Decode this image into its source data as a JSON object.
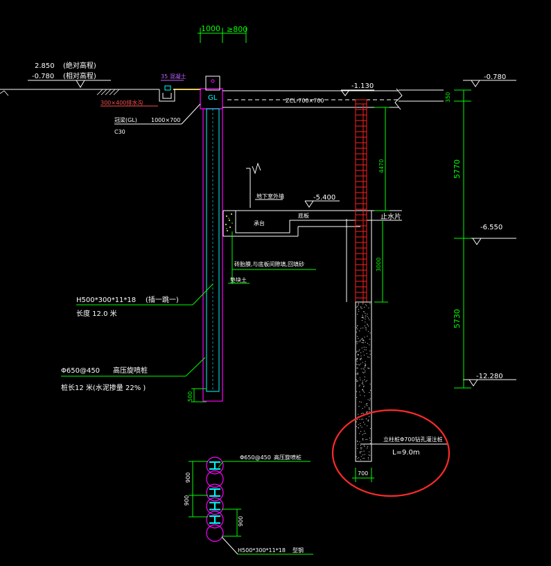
{
  "palette": {
    "background": "#000000",
    "line_white": "#ffffff",
    "dim_green": "#00ff00",
    "beam_cyan": "#00ffff",
    "pile_magenta": "#ff00ff",
    "brick_red": "#ff2020",
    "highlight_red": "#ff2a2a",
    "ground_yellow": "#e8d060"
  },
  "top_dims": {
    "a": "1000",
    "b": "≥800"
  },
  "elevations": {
    "abs": "2.850",
    "abs_note": "(绝对高程)",
    "rel": "-0.780",
    "rel_note": "(相对高程)",
    "right_top": "-0.780",
    "beam_top": "-1.130",
    "mid": "-6.550",
    "bottom": "-12.280",
    "floor": "-5.400"
  },
  "right_dims": {
    "d1": "350",
    "d2": "5770",
    "d3": "5730"
  },
  "labels": {
    "top_drain": "35 混凝土",
    "ditch": "300×400排水沟",
    "crown_beam": "冠梁(GL)",
    "crown_beam_size": "1000×700",
    "c30": "C30",
    "gl": "GL",
    "zcl": "ZCL-700×700",
    "dim_4470": "4470",
    "dim_3000": "3000",
    "basement_wall": "地下室外墙",
    "raft": "底板",
    "cap": "承台",
    "stop_water": "止水片",
    "backfill": "砖胎膜,与底板间隙填,回填砂",
    "cushion": "垫块土",
    "steel_spec": "H500*300*11*18",
    "steel_mode": "(插一跳一)",
    "steel_len": "长度 12.0 米",
    "jet_spec": "Φ650@450",
    "jet_name": "高压旋喷桩",
    "jet_len": "桩长12 米(水泥掺量 22% )",
    "dim_500": "500",
    "pile_label": "立柱桩Φ700钻孔灌注桩",
    "pile_len": "L=9.0m",
    "dim_700": "700",
    "plan_spec": "Φ650@450",
    "plan_name": "高压旋喷桩",
    "plan_900a": "900",
    "plan_900b": "900",
    "plan_900c": "900",
    "plan_steel": "H500*300*11*18",
    "plan_steel_name": "型钢"
  }
}
